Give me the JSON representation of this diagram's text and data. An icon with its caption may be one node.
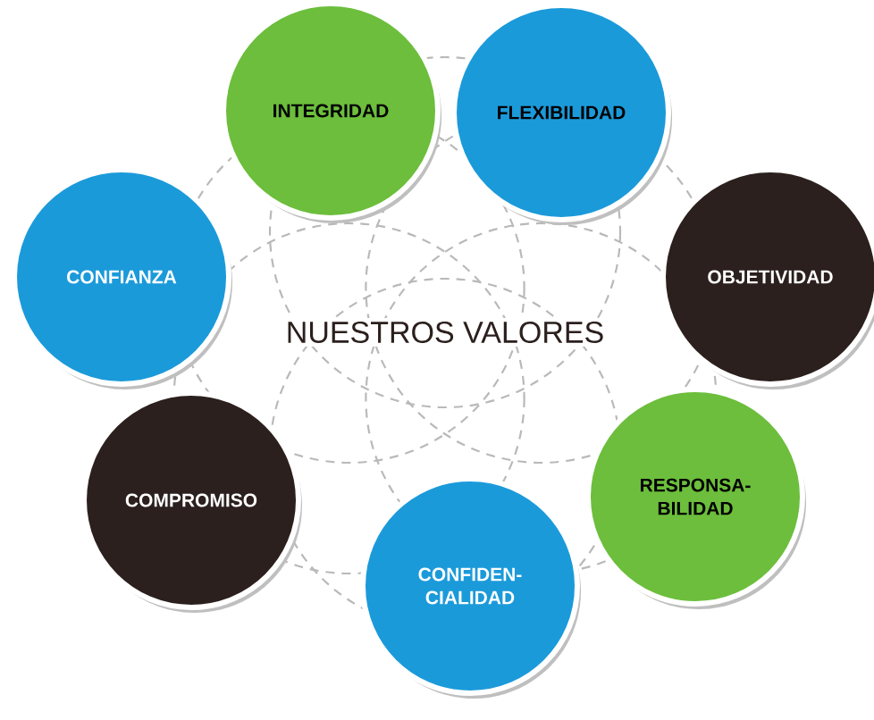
{
  "diagram": {
    "title": "NUESTROS VALORES",
    "nodes": [
      {
        "text": [
          "INTEGRIDAD"
        ]
      },
      {
        "text": [
          "FLEXIBILIDAD"
        ]
      },
      {
        "text": [
          "CONFIANZA"
        ]
      },
      {
        "text": [
          "OBJETIVIDAD"
        ]
      },
      {
        "text": [
          "COMPROMISO"
        ]
      },
      {
        "text": [
          "RESPONSA- BILIDAD"
        ]
      },
      {
        "text": [
          "CONFIDEN- CIALIDAD"
        ]
      }
    ]
  }
}
